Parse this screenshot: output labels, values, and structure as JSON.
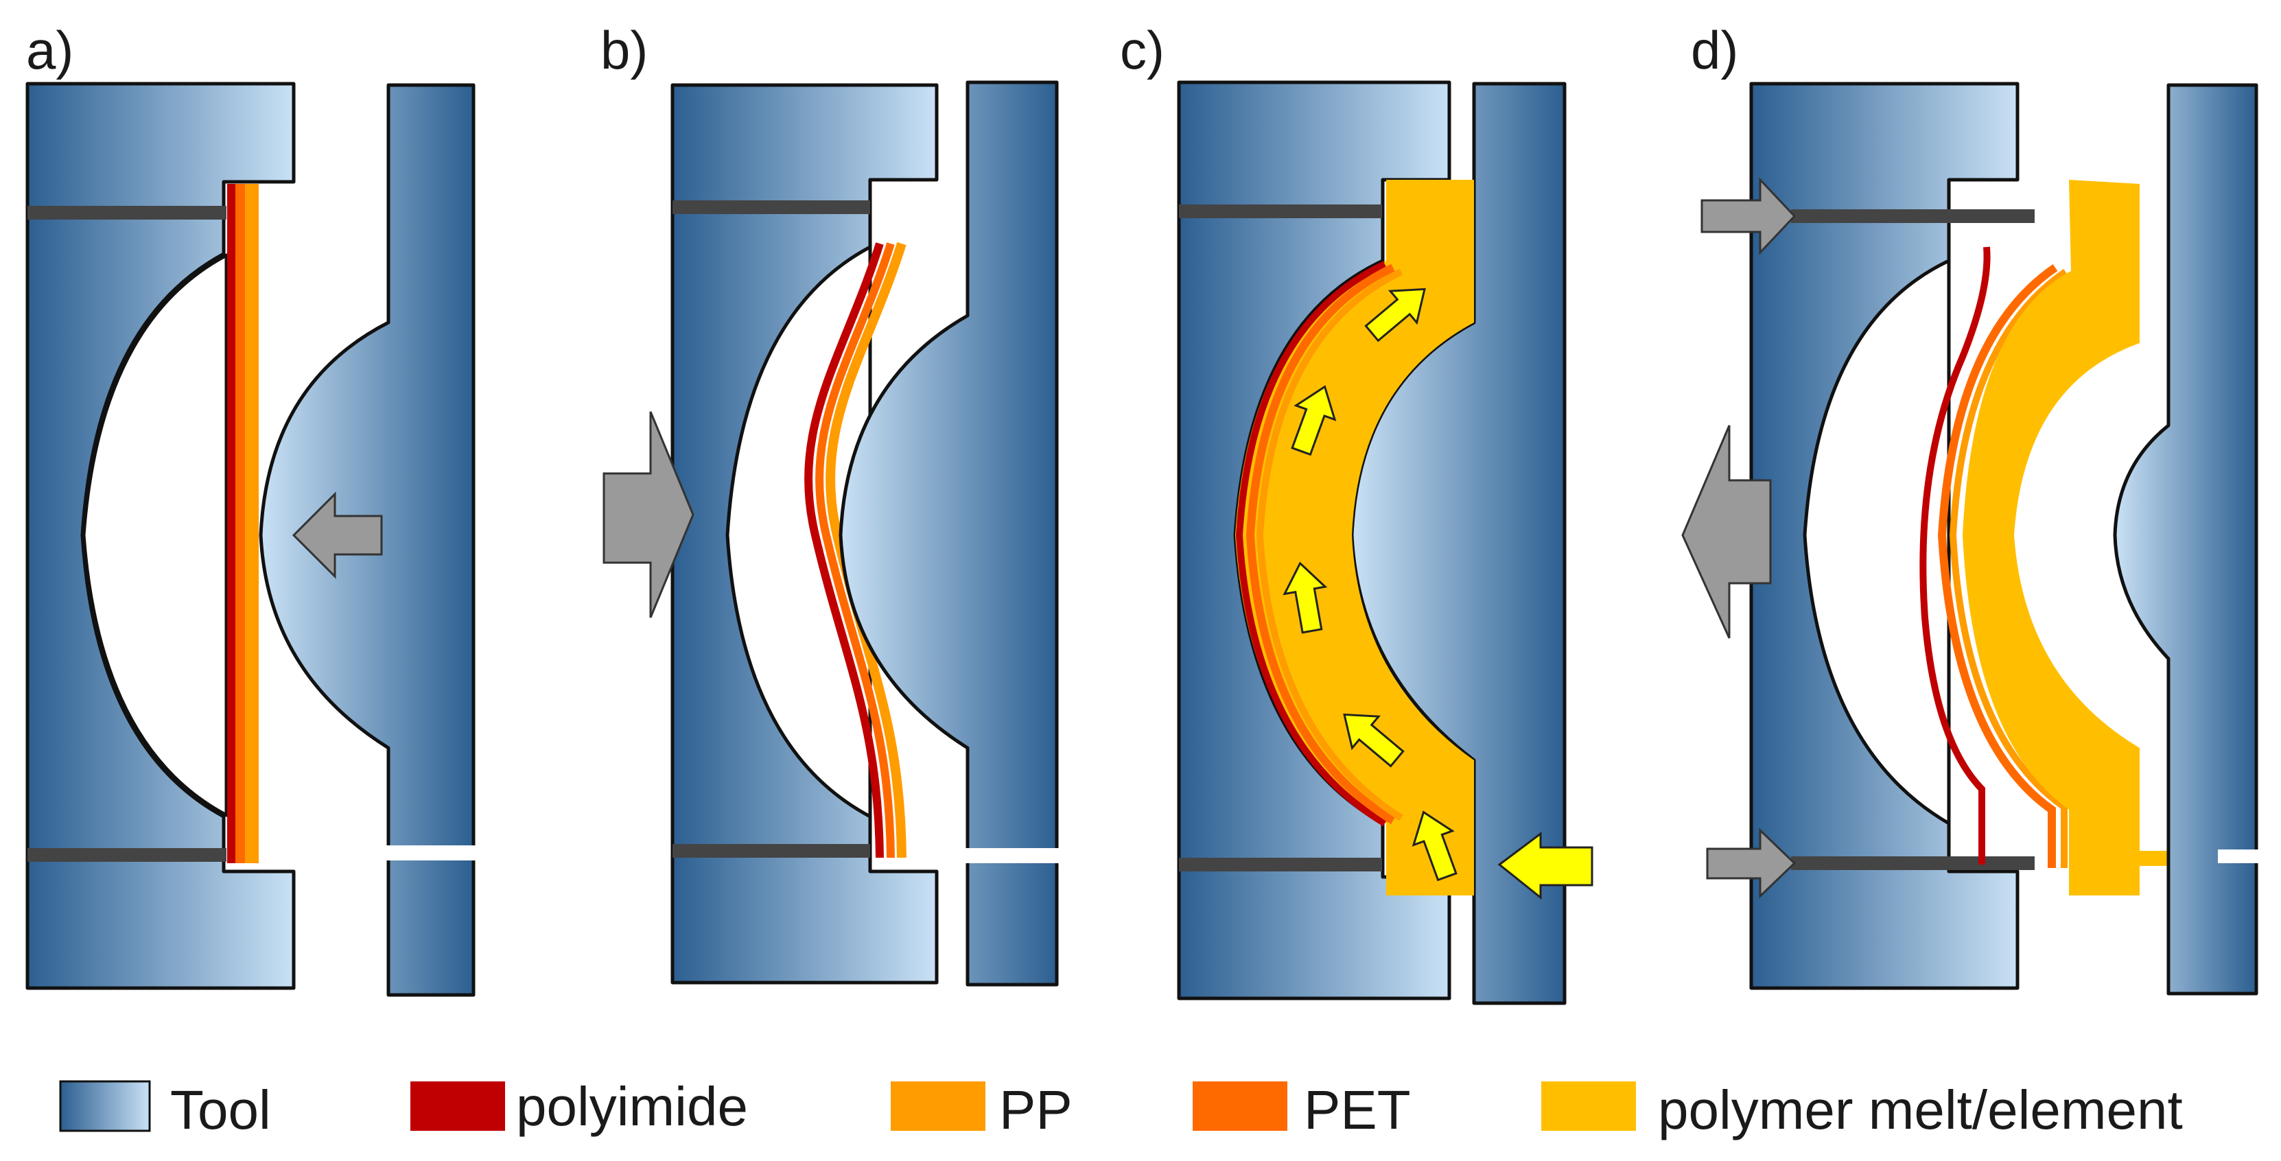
{
  "panels": [
    {
      "id": "a",
      "label": "a)"
    },
    {
      "id": "b",
      "label": "b)"
    },
    {
      "id": "c",
      "label": "c)"
    },
    {
      "id": "d",
      "label": "d)"
    }
  ],
  "legend": [
    {
      "key": "tool",
      "label": "Tool"
    },
    {
      "key": "polyimide",
      "label": "polyimide"
    },
    {
      "key": "pp",
      "label": "PP"
    },
    {
      "key": "pet",
      "label": "PET"
    },
    {
      "key": "melt",
      "label": "polymer melt/element"
    }
  ],
  "colors": {
    "tool_dark": "#2c5f91",
    "tool_light": "#c9e1f5",
    "polyimide": "#c00000",
    "pp": "#ff9c00",
    "pet": "#ff6a00",
    "melt": "#ffbf00",
    "arrow_gray": "#9a9a9a",
    "arrow_yellow": "#ffff00",
    "pin": "#444444"
  }
}
